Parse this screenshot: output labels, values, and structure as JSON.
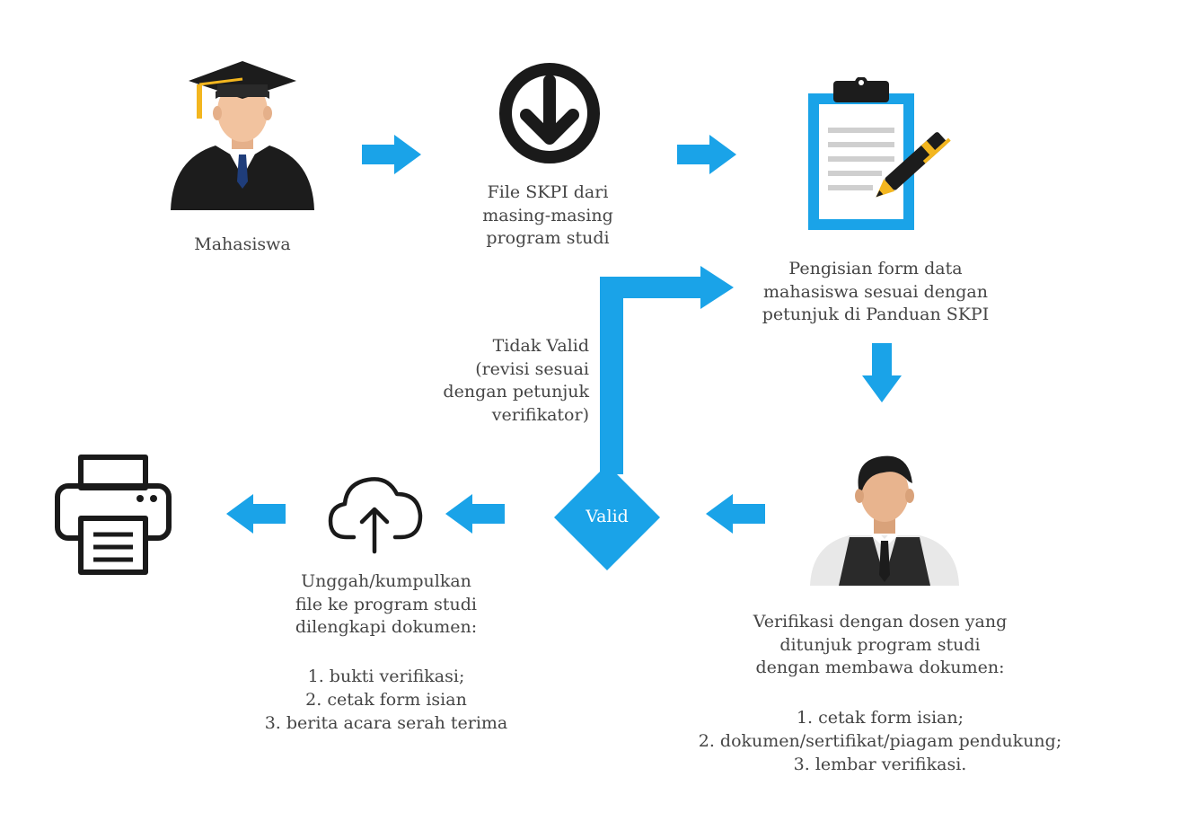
{
  "steps": {
    "mahasiswa": {
      "label": "Mahasiswa"
    },
    "file_skpi": {
      "label": "File SKPI dari\nmasing-masing\nprogram studi"
    },
    "pengisian": {
      "label": "Pengisian form data\nmahasiswa sesuai dengan\npetunjuk di Panduan SKPI"
    },
    "verifikasi": {
      "label": "Verifikasi dengan dosen yang\nditunjuk program studi\ndengan membawa dokumen:",
      "items": [
        "1. cetak form isian;",
        "2. dokumen/sertifikat/piagam pendukung;",
        "3. lembar verifikasi."
      ]
    },
    "decision": {
      "label": "Valid"
    },
    "revisi": {
      "label": "Tidak Valid\n(revisi sesuai\ndengan petunjuk\nverifikator)"
    },
    "unggah": {
      "label": "Unggah/kumpulkan\nfile ke program studi\ndilengkapi dokumen:",
      "items": [
        "1. bukti verifikasi;",
        "2. cetak form isian",
        "3. berita acara serah terima"
      ]
    }
  },
  "icons": {
    "mahasiswa": "graduate-icon",
    "file_skpi": "download-icon",
    "pengisian": "clipboard-pen-icon",
    "verifikasi": "lecturer-icon",
    "unggah": "cloud-upload-icon",
    "print": "printer-icon"
  },
  "colors": {
    "accent": "#1AA3E8",
    "text": "#454545",
    "icon_dark": "#1a1a1a"
  }
}
